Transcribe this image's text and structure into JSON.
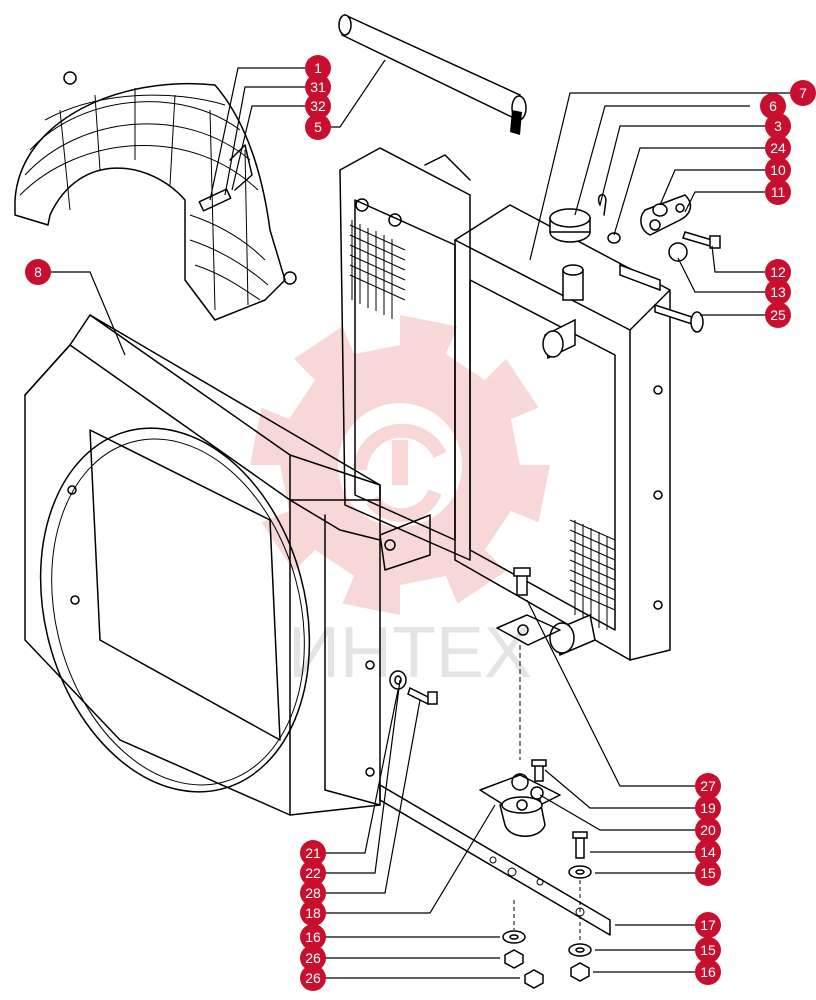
{
  "watermark": {
    "text": "ИНТЕХ",
    "color": "#f4b8b8"
  },
  "callout_color": "#c8102e",
  "callouts": [
    {
      "id": "c1",
      "label": "1"
    },
    {
      "id": "c2",
      "label": "31"
    },
    {
      "id": "c3",
      "label": "32"
    },
    {
      "id": "c4",
      "label": "5"
    },
    {
      "id": "c5",
      "label": "7"
    },
    {
      "id": "c6",
      "label": "6"
    },
    {
      "id": "c7",
      "label": "3"
    },
    {
      "id": "c8",
      "label": "24"
    },
    {
      "id": "c9",
      "label": "10"
    },
    {
      "id": "c10",
      "label": "11"
    },
    {
      "id": "c11",
      "label": "8"
    },
    {
      "id": "c12",
      "label": "12"
    },
    {
      "id": "c13",
      "label": "13"
    },
    {
      "id": "c14",
      "label": "25"
    },
    {
      "id": "c15",
      "label": "27"
    },
    {
      "id": "c16",
      "label": "19"
    },
    {
      "id": "c17",
      "label": "20"
    },
    {
      "id": "c18",
      "label": "14"
    },
    {
      "id": "c19",
      "label": "15"
    },
    {
      "id": "c20",
      "label": "21"
    },
    {
      "id": "c21",
      "label": "22"
    },
    {
      "id": "c22",
      "label": "28"
    },
    {
      "id": "c23",
      "label": "18"
    },
    {
      "id": "c24",
      "label": "17"
    },
    {
      "id": "c25",
      "label": "16"
    },
    {
      "id": "c26",
      "label": "15"
    },
    {
      "id": "c27",
      "label": "26"
    },
    {
      "id": "c28",
      "label": "16"
    },
    {
      "id": "c29",
      "label": "26"
    }
  ]
}
